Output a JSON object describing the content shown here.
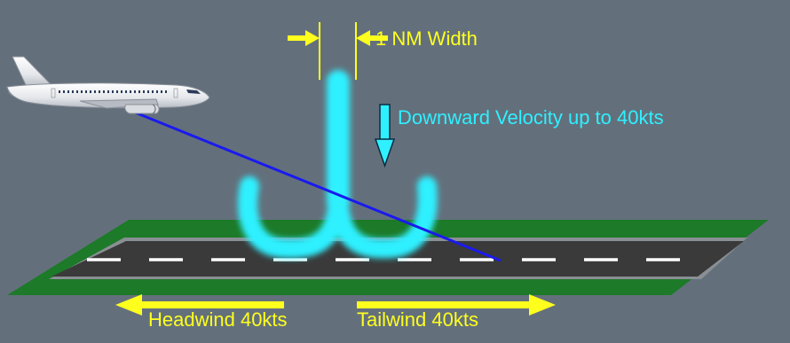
{
  "diagram": {
    "labels": {
      "width": "1 NM Width",
      "downward_velocity": "Downward Velocity up to 40kts",
      "headwind": "Headwind 40kts",
      "tailwind": "Tailwind 40kts"
    },
    "colors": {
      "background": "#63707c",
      "label_yellow": "#ffff1e",
      "label_cyan": "#2ff0ff",
      "grass": "#1c7a28",
      "runway": "#3a3a3a",
      "flight_path": "#1a1aee"
    }
  }
}
